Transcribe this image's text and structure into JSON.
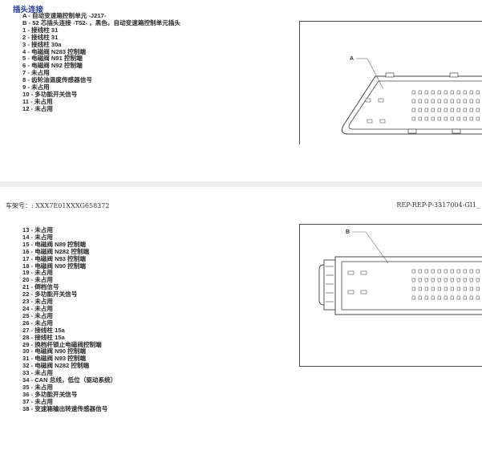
{
  "title": "插头连接",
  "legend_top": [
    "A - 自动变速箱控制单元 -J217-",
    "B - 52 芯插头连接 -T52- ，黑色，自动变速箱控制单元插头",
    "1 - 接线柱 31",
    "2 - 接线柱 31",
    "3 - 接线柱 30a",
    "4 - 电磁阀 N283 控制端",
    "5 - 电磁阀 N91 控制端",
    "6 - 电磁阀 N92 控制端",
    "7 - 未占用",
    "8 - 齿轮油温度传感器信号",
    "9 - 未占用",
    "10 - 多功能开关信号",
    "11 - 未占用",
    "12 - 未占用"
  ],
  "legend_bottom": [
    "13 - 未占用",
    "14 - 未占用",
    "15 - 电磁阀 N89 控制端",
    "16 - 电磁阀 N282 控制端",
    "17 - 电磁阀 N93 控制端",
    "18 - 电磁阀 N90 控制端",
    "19 - 未占用",
    "20 - 未占用",
    "21 - 倒档信号",
    "22 - 多功能开关信号",
    "23 - 未占用",
    "24 - 未占用",
    "25 - 未占用",
    "26 - 未占用",
    "27 - 接线柱 15a",
    "28 - 接线柱 15a",
    "29 - 换档杆锁止电磁阀控制端",
    "30 - 电磁阀 N90 控制端",
    "31 - 电磁阀 N93 控制端",
    "32 - 电磁阀 N282 控制端",
    "33 - 未占用",
    "34 - CAN 总线，低位（驱动系统）",
    "35 - 未占用",
    "36 - 多功能开关信号",
    "37 - 未占用",
    "38 - 变速箱输出转速传感器信号"
  ],
  "diagram_a": {
    "label": "A"
  },
  "diagram_b": {
    "label": "B"
  },
  "footer": {
    "vin": "车架号：: XXX7E01XXXG658372",
    "doc_id": "REP-REP-P-3317004-GI1_"
  }
}
